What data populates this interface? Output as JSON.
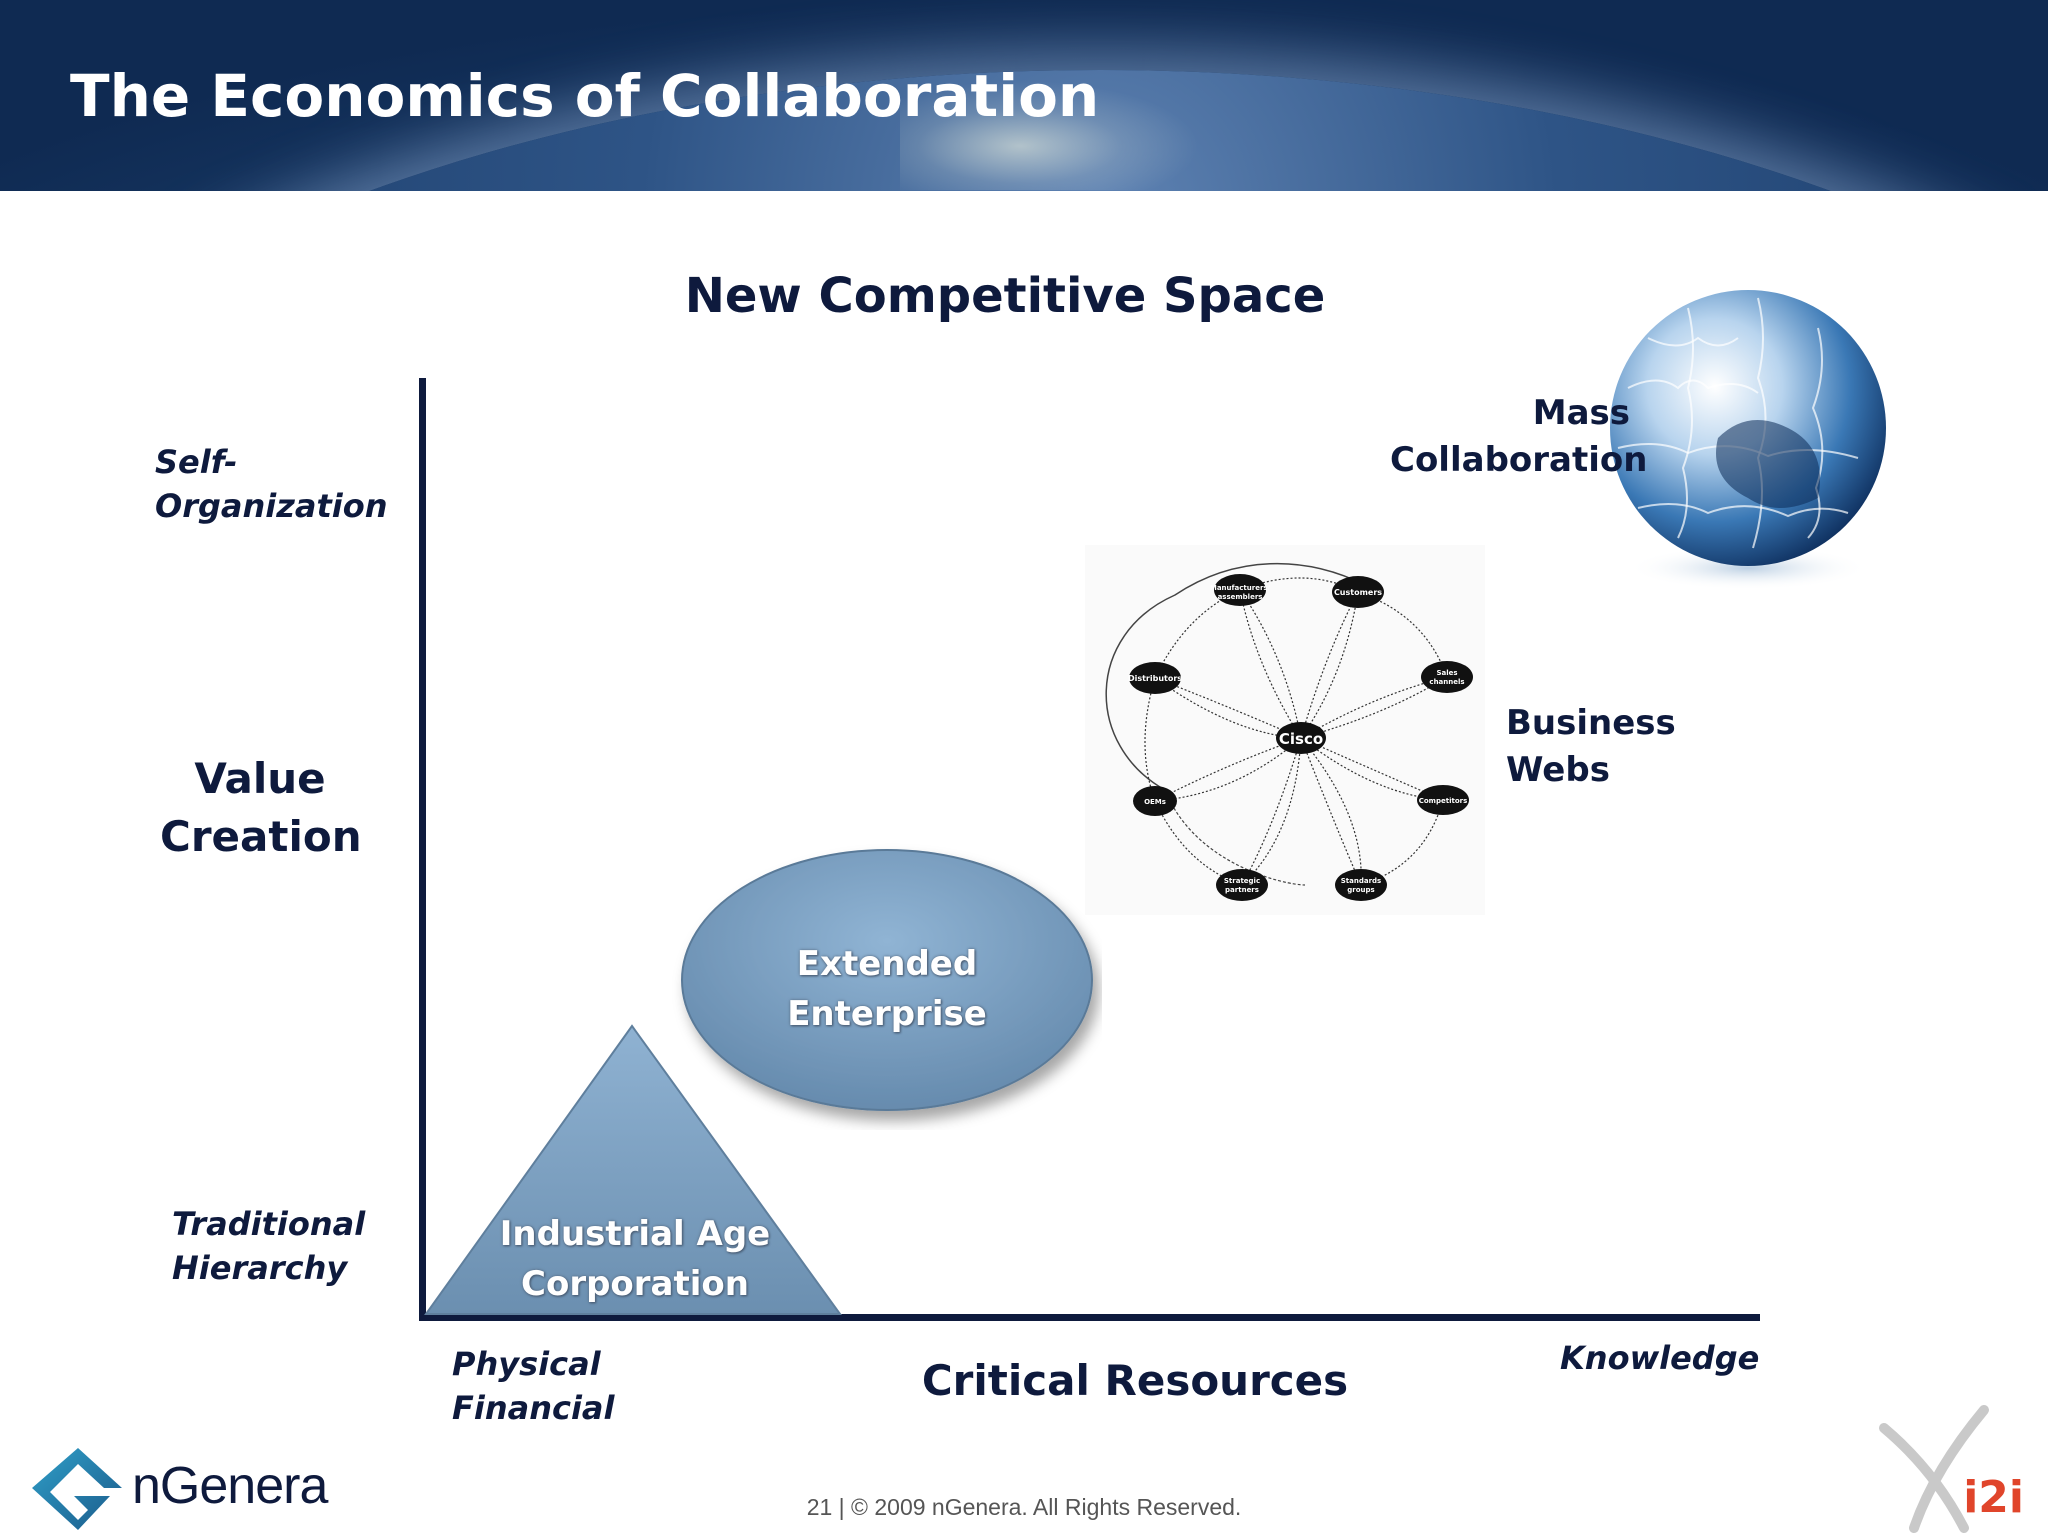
{
  "slide": {
    "title": "The Economics of Collaboration",
    "diagram_title": "New Competitive Space"
  },
  "y_axis": {
    "label": "Value Creation",
    "top_label": "Self-Organization",
    "bottom_label": "Traditional Hierarchy"
  },
  "x_axis": {
    "label": "Critical Resources",
    "left_label": "Physical Financial",
    "right_label": "Knowledge"
  },
  "stages": {
    "industrial": "Industrial Age Corporation",
    "extended": "Extended Enterprise",
    "business_webs": "Business Webs",
    "mass_collab": "Mass Collaboration"
  },
  "network": {
    "center": "Cisco",
    "nodes": [
      "Manufacturers/ assemblers",
      "Customers",
      "Sales channels",
      "Distributors",
      "OEMs",
      "Competitors",
      "Strategic partners",
      "Standards groups"
    ]
  },
  "footer": {
    "text": "21 | © 2009 nGenera. All Rights Reserved.",
    "brand": "nGenera",
    "partner": "i2i"
  },
  "colors": {
    "navy": "#0e1a3d",
    "shape_fill": "#7a9ebf",
    "i2i_red": "#e0452b"
  }
}
